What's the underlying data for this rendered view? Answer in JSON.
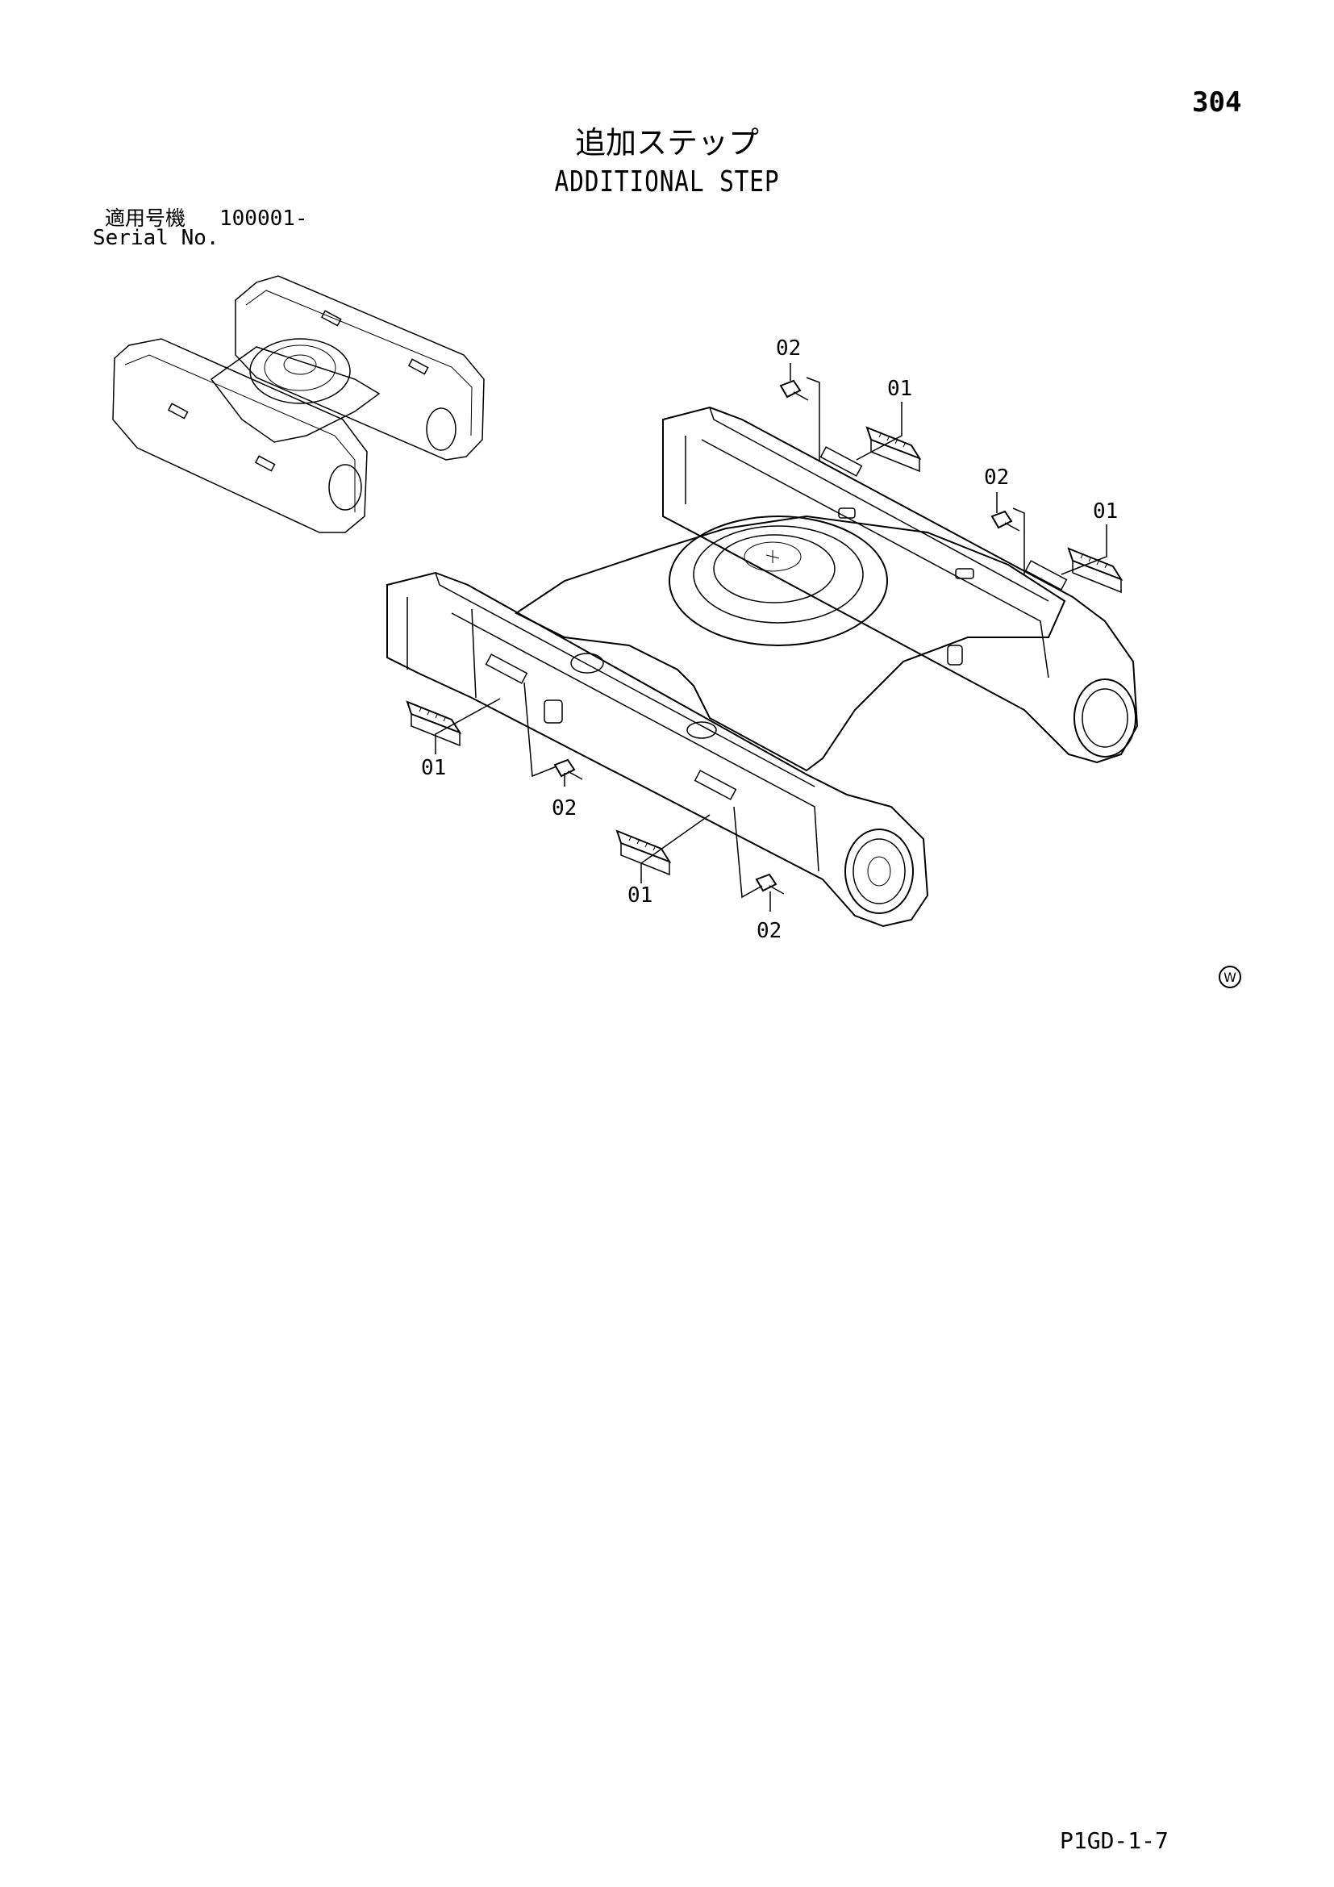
{
  "header": {
    "page_number": "304",
    "title_jp": "追加ステップ",
    "title_en": "ADDITIONAL STEP"
  },
  "serial": {
    "label_jp": "適用号機",
    "value": "100001-",
    "label_en": "Serial No."
  },
  "callouts": {
    "c1": "02",
    "c2": "01",
    "c3": "02",
    "c4": "01",
    "c5": "01",
    "c6": "02",
    "c7": "01",
    "c8": "02"
  },
  "corner_mark": "W",
  "footer": {
    "page_code": "P1GD-1-7"
  }
}
